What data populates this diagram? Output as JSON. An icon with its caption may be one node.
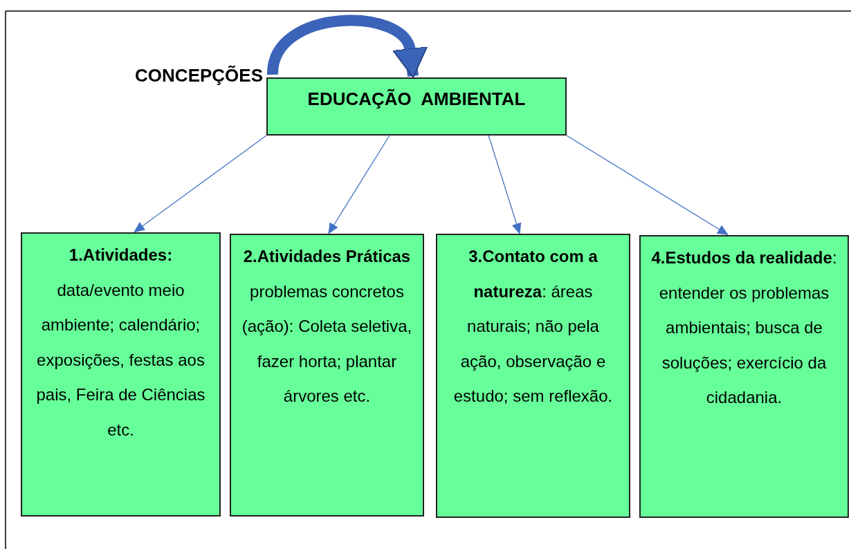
{
  "diagram": {
    "nodes": [
      {
        "text": [
          "CONCEPÇÕES"
        ]
      },
      {
        "text": [
          "EDUCAÇÃO  AMBIENTAL"
        ]
      },
      {
        "text": [
          "1.Atividades:",
          "data/evento meio ambiente; calendário; exposições, festas aos pais, Feira de Ciências etc."
        ]
      },
      {
        "text": [
          "2.Atividades Práticas",
          "problemas concretos (ação): Coleta seletiva, fazer horta; plantar árvores etc."
        ]
      },
      {
        "text": [
          "**3.Contato com a natureza**: áreas naturais; não pela ação, observação e estudo; sem reflexão."
        ]
      },
      {
        "text": [
          "**4.Estudos da realidade**: entender os problemas ambientais; busca de soluções; exercício da cidadania."
        ]
      }
    ],
    "edges": [
      {
        "from": 0,
        "to": 1,
        "arrow": "to",
        "style": "thick"
      },
      {
        "from": 1,
        "to": 2,
        "arrow": "to"
      },
      {
        "from": 1,
        "to": 3,
        "arrow": "to"
      },
      {
        "from": 1,
        "to": 4,
        "arrow": "to"
      },
      {
        "from": 1,
        "to": 5,
        "arrow": "to"
      }
    ]
  }
}
